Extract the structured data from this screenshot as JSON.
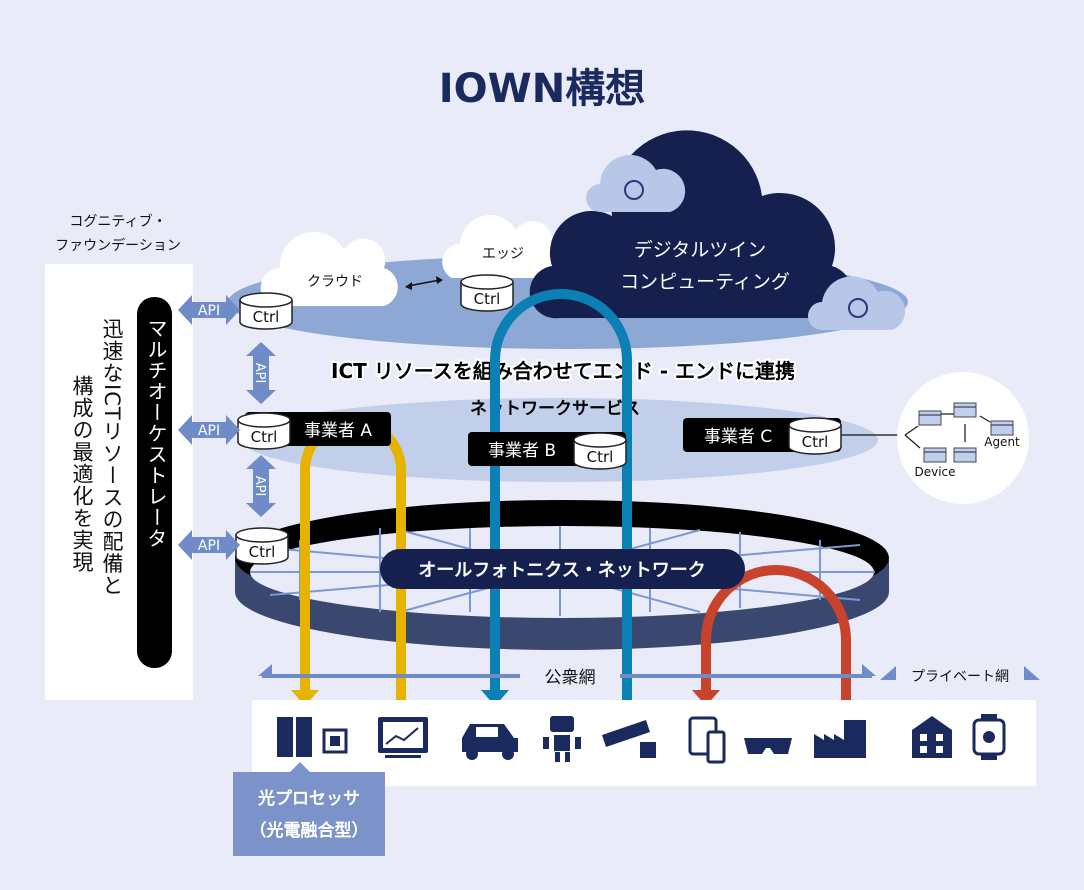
{
  "title": "IOWN構想",
  "left": {
    "cf_line1": "コグニティブ・",
    "cf_line2": "ファウンデーション",
    "orchestrator": "マルチオーケストレータ",
    "desc_line1": "迅速なICTリソースの配備と",
    "desc_line2": "構成の最適化を実現",
    "api": "API"
  },
  "top_layer": {
    "cloud": "クラウド",
    "edge": "エッジ",
    "dtc_line1": "デジタルツイン",
    "dtc_line2": "コンピューティング",
    "ctrl": "Ctrl"
  },
  "middle_layer": {
    "headline": "ICT リソースを組み合わせてエンド - エンドに連携",
    "service": "ネットワークサービス",
    "operator_a": "事業者 A",
    "operator_b": "事業者 B",
    "operator_c": "事業者 C"
  },
  "device_agent": {
    "device": "Device",
    "agent": "Agent"
  },
  "apn": {
    "label": "オールフォトニクス・ネットワーク"
  },
  "networks": {
    "public": "公衆網",
    "private": "プライベート網"
  },
  "processor": {
    "line1": "光プロセッサ",
    "line2": "（光電融合型）"
  },
  "colors": {
    "navy": "#15204f",
    "yellow": "#e6b400",
    "blue": "#0a80b4",
    "red": "#c8432c",
    "api": "#6f8cc8"
  }
}
